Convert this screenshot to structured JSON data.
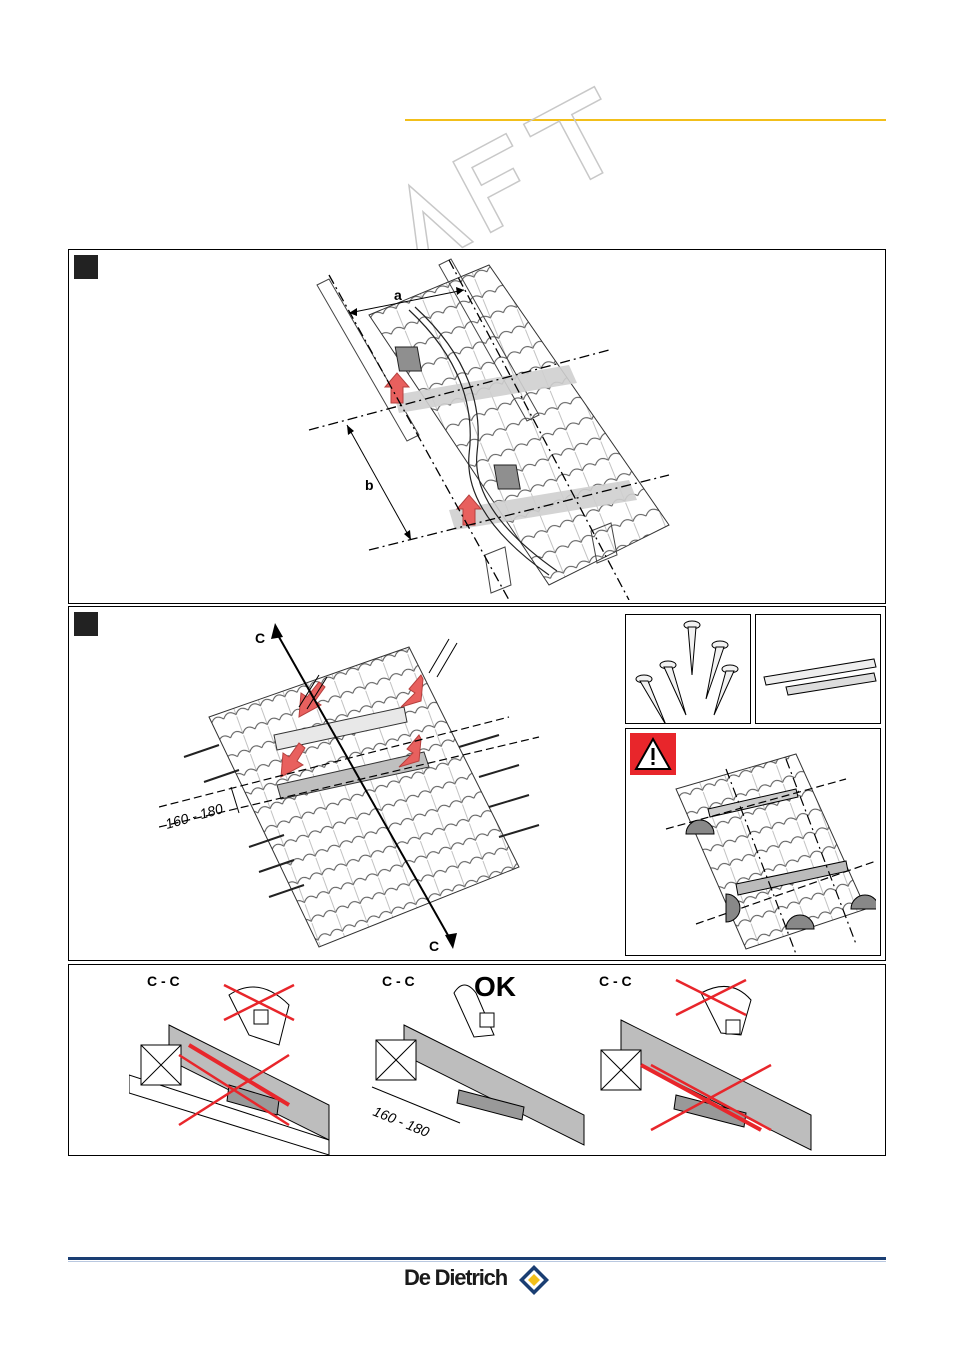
{
  "watermark": {
    "text": "DRAFT"
  },
  "panel1": {
    "step_badge": "",
    "dim_a": "a",
    "dim_b": "b"
  },
  "panel2": {
    "step_badge": "",
    "section_label_top": "C",
    "section_label_bottom": "C",
    "spacing_dim": "160 - 180",
    "kit": {
      "screws": "screws",
      "rails": "rails"
    },
    "warning_icon": "warning-icon"
  },
  "panel3": {
    "views": [
      {
        "label": "C - C",
        "status": "wrong"
      },
      {
        "label": "C - C",
        "status": "ok",
        "ok_text": "OK",
        "spacing_dim": "160 - 180"
      },
      {
        "label": "C - C",
        "status": "wrong"
      }
    ]
  },
  "footer": {
    "brand": "De Dietrich"
  },
  "colors": {
    "accent_gold": "#f2bf1a",
    "footer_blue": "#1a3e73",
    "arrow_red": "#e8605e",
    "cross_red": "#e8262b",
    "tile_grey": "#d9d9d9"
  }
}
